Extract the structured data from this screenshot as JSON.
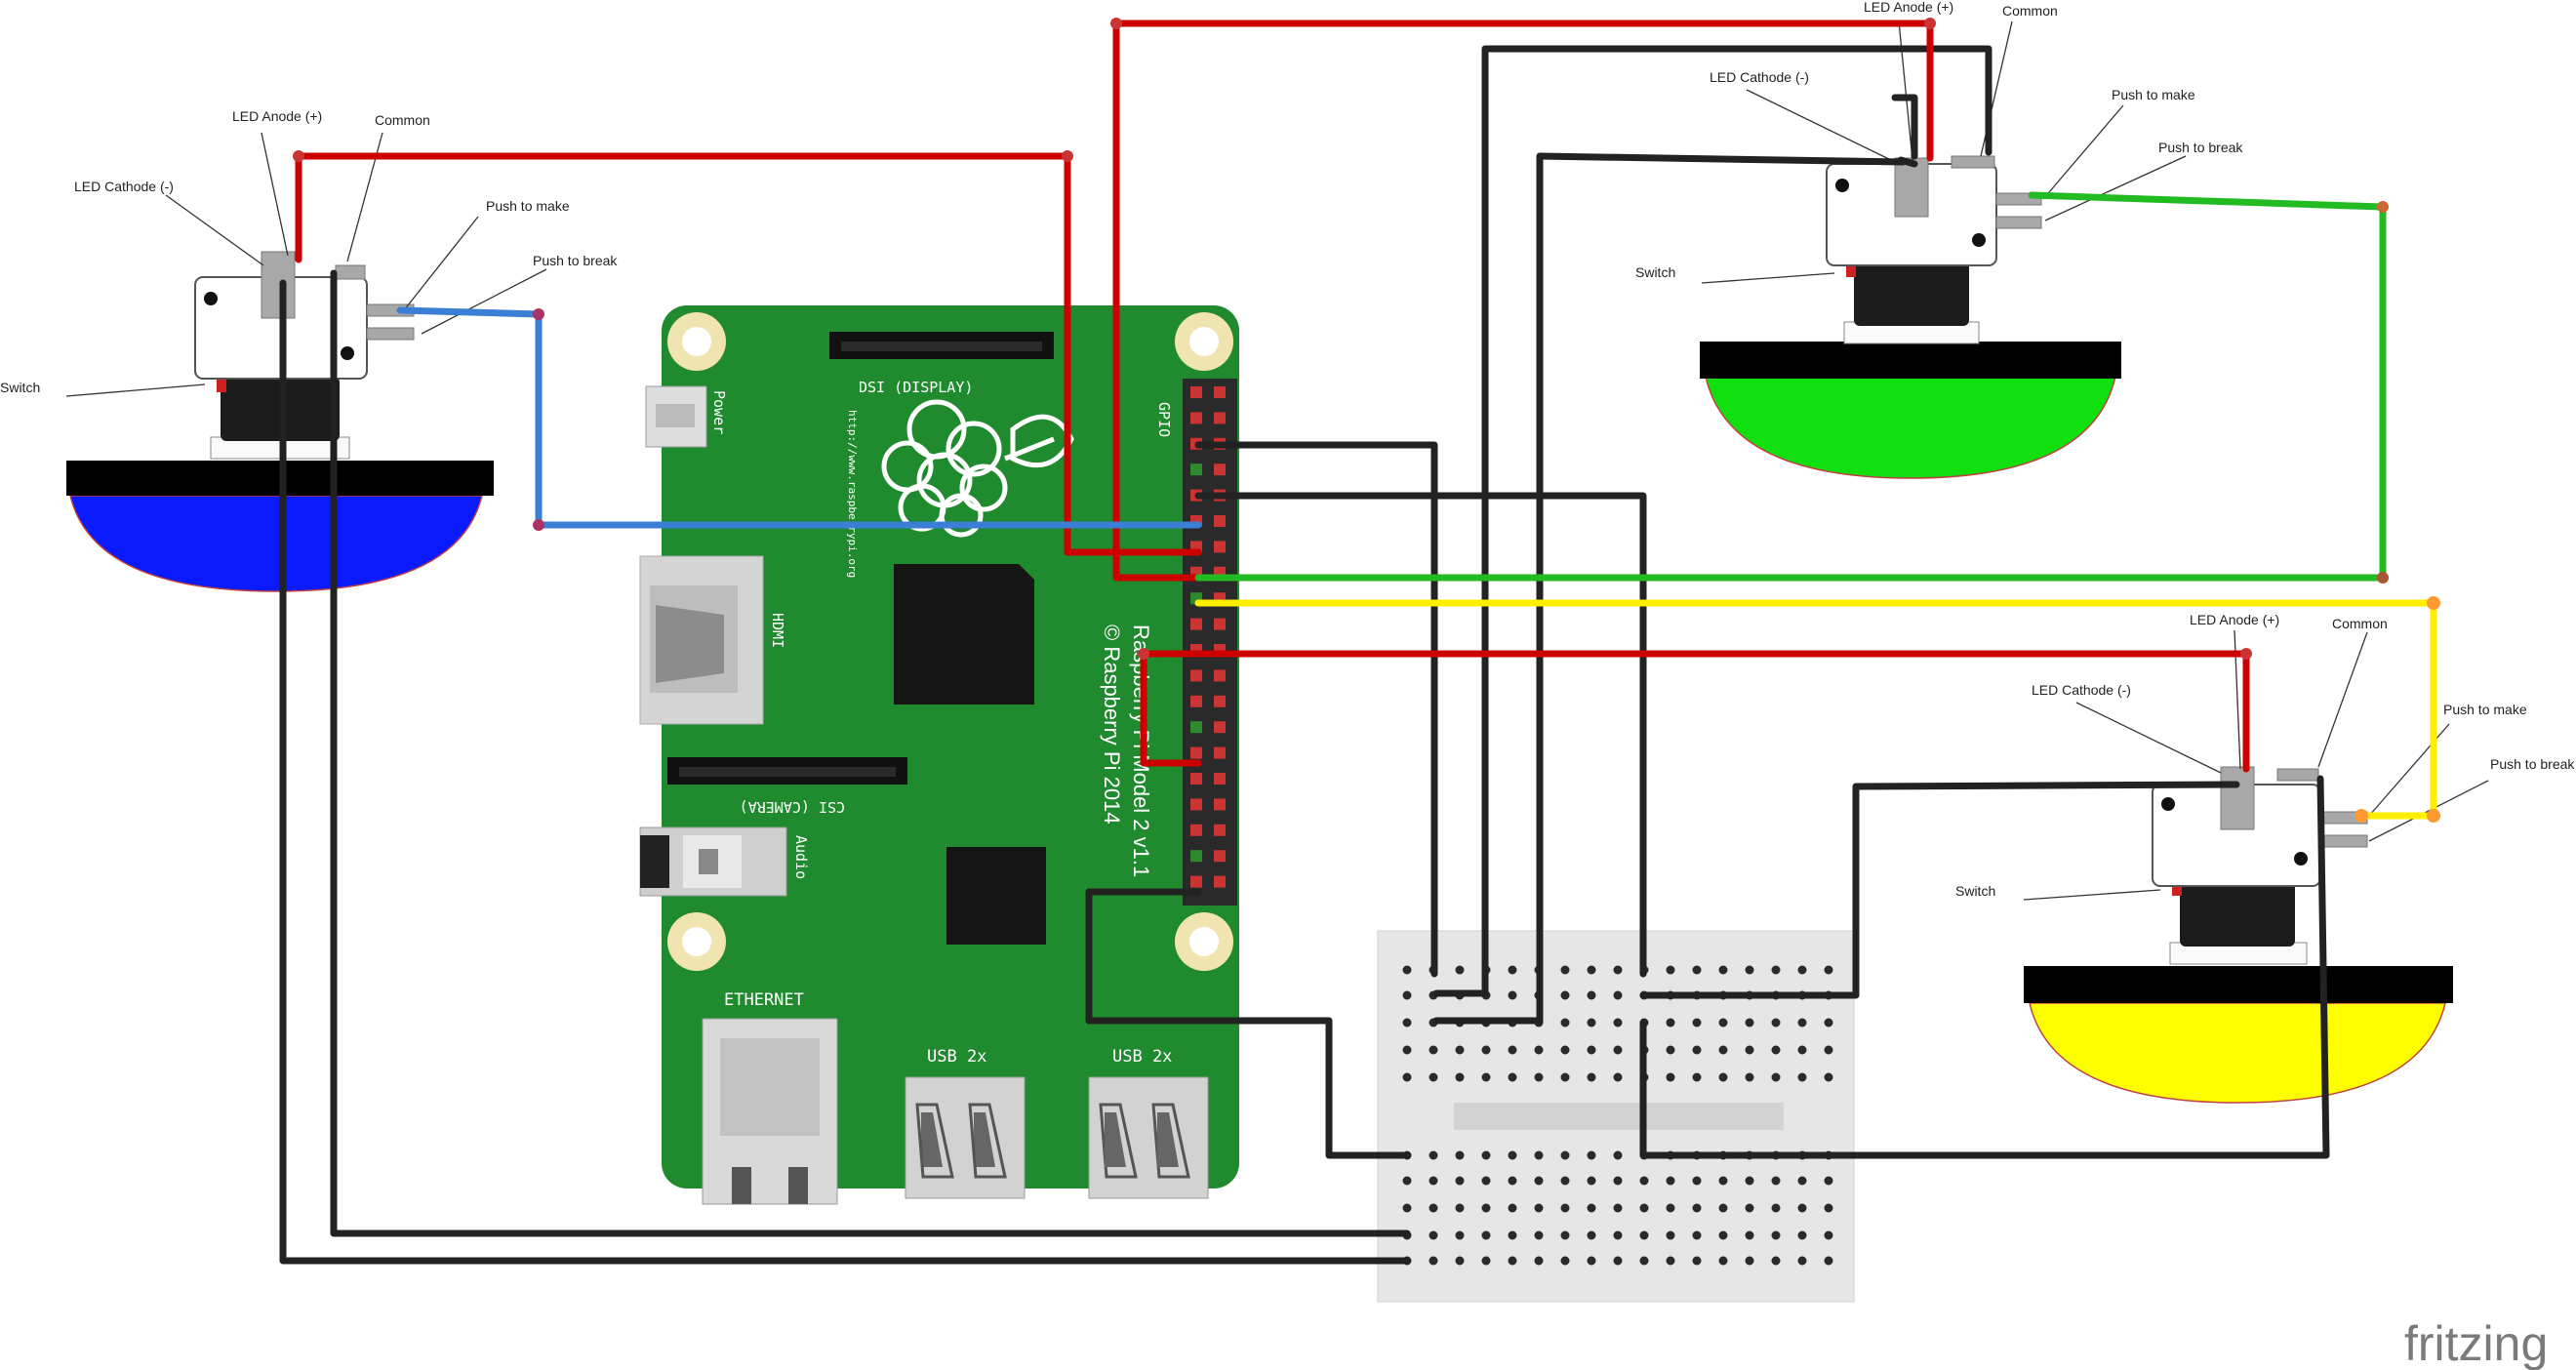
{
  "board": {
    "model": "Raspberry Pi Model 2 v1.1",
    "copyright": "© Raspberry Pi 2014",
    "url": "http://www.raspberrypi.org",
    "labels": {
      "power": "Power",
      "dsi": "DSI (DISPLAY)",
      "csi": "CSI (CAMERA)",
      "hdmi": "HDMI",
      "audio": "Audio",
      "ethernet": "ETHERNET",
      "usb1": "USB 2x",
      "usb2": "USB 2x",
      "gpio": "GPIO"
    }
  },
  "buttons": [
    {
      "id": "blue",
      "dome_color": "#0a1aff",
      "labels": {
        "anode": "LED Anode (+)",
        "common": "Common",
        "cathode": "LED Cathode (-)",
        "make": "Push to make",
        "break": "Push to break",
        "switch": "Switch"
      }
    },
    {
      "id": "green",
      "dome_color": "#10e010",
      "labels": {
        "anode": "LED Anode (+)",
        "common": "Common",
        "cathode": "LED Cathode (-)",
        "make": "Push to make",
        "break": "Push to break",
        "switch": "Switch"
      }
    },
    {
      "id": "yellow",
      "dome_color": "#ffff00",
      "labels": {
        "anode": "LED Anode (+)",
        "common": "Common",
        "cathode": "LED Cathode (-)",
        "make": "Push to make",
        "break": "Push to break",
        "switch": "Switch"
      }
    }
  ],
  "wire_colors": {
    "red": "#cc0000",
    "black": "#222222",
    "blue": "#3a7fd5",
    "green": "#22bb22",
    "yellow": "#ffee00"
  },
  "colors": {
    "pcb": "#1f8a2e",
    "breadboard": "#e6e6e6"
  },
  "brand": "fritzing"
}
